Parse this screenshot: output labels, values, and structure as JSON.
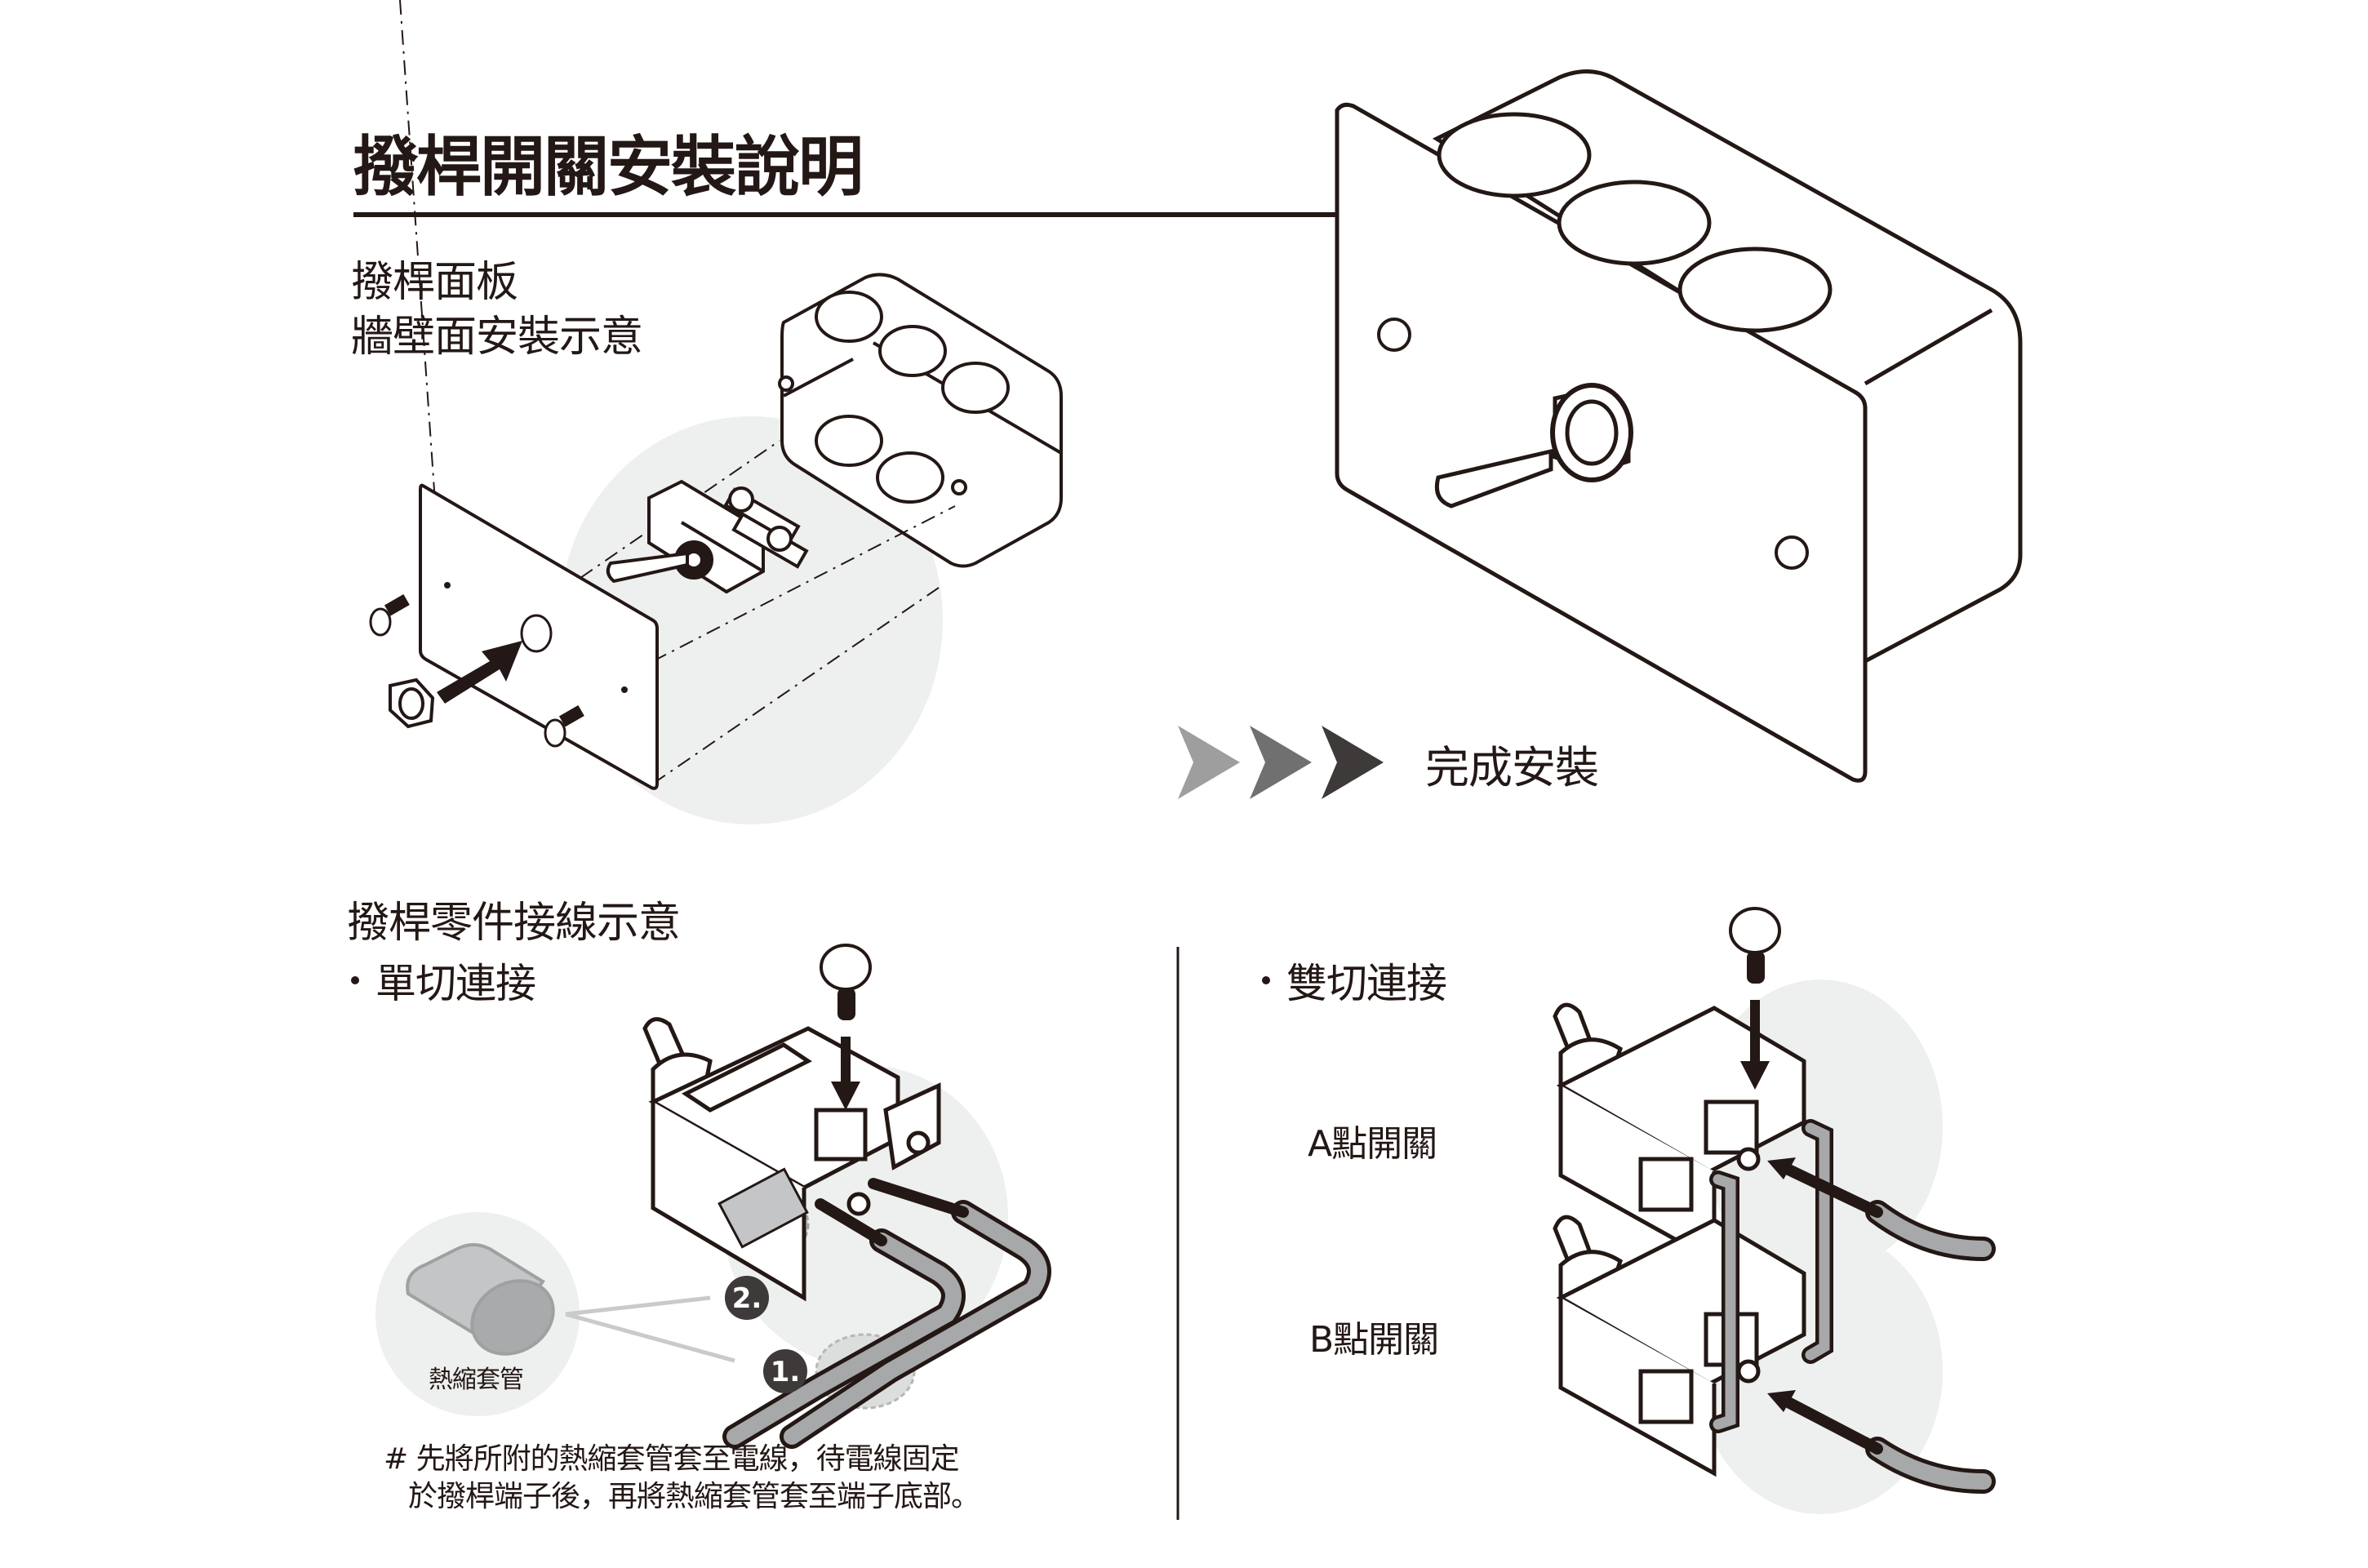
{
  "title": "撥桿開關安裝說明",
  "panel_section": {
    "line1": "撥桿面板",
    "line2": "牆壁面安裝示意"
  },
  "completion": {
    "label": "完成安裝",
    "arrow_colors": [
      "#9e9e9f",
      "#717071",
      "#3e3a39"
    ]
  },
  "wiring_section": {
    "heading": "撥桿零件接線示意",
    "single": {
      "label": "單切連接",
      "heat_shrink_label": "熱縮套管",
      "steps": [
        "1.",
        "2."
      ]
    },
    "double": {
      "label": "雙切連接",
      "switch_a": "A點開關",
      "switch_b": "B點開關"
    },
    "note": {
      "line1": "# 先將所附的熱縮套管套至電線，待電線固定",
      "line2": "於撥桿端子後，再將熱縮套管套至端子底部。"
    }
  },
  "colors": {
    "ink": "#231815",
    "circle_bg": "#eeefef",
    "wire_gray": "#a7a8a9",
    "tube_gray": "#c4c5c6"
  }
}
